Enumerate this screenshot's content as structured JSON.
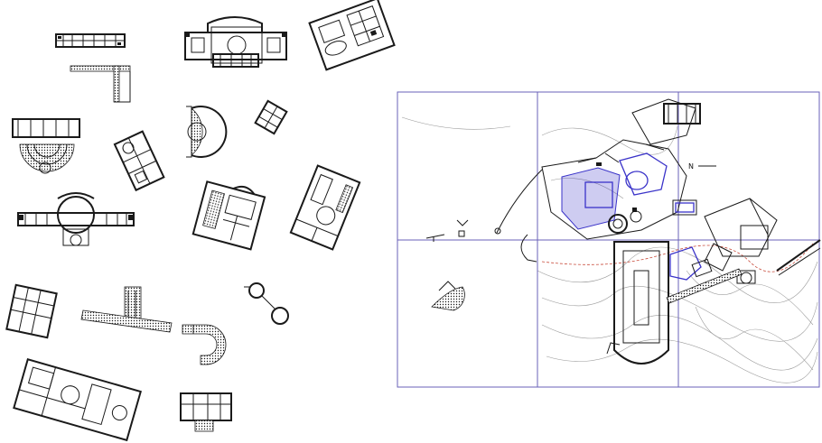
{
  "drawing": {
    "north_label": "N",
    "colors": {
      "ink": "#1a1a1a",
      "highlight": "#3a33c9",
      "grid_frame": "#6a62b8",
      "path": "#c84a3a",
      "contour": "#9a9a9a"
    },
    "site_grid": {
      "columns": 3,
      "rows": 2
    }
  }
}
